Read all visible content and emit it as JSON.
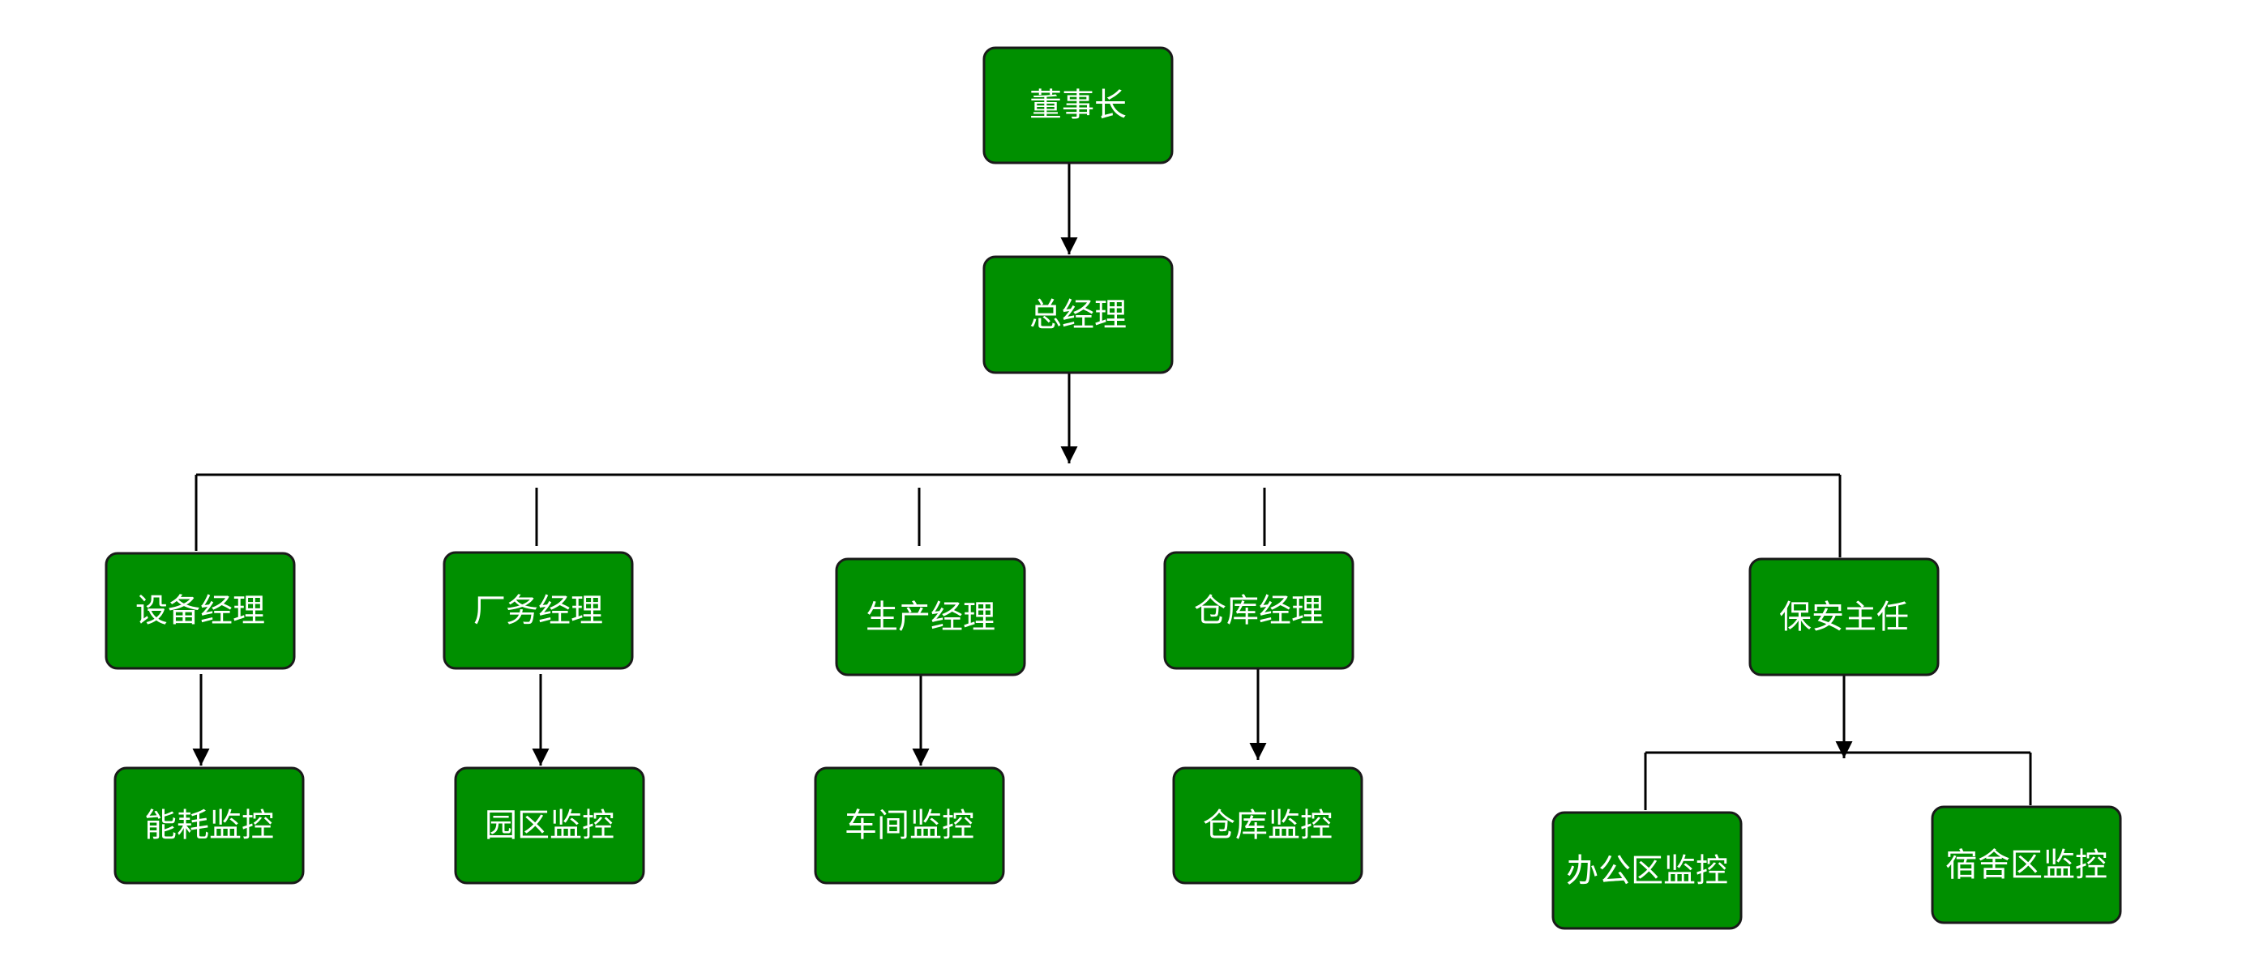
{
  "colors": {
    "node_fill": "#008f00",
    "node_border": "#1a1a1a",
    "node_text": "#ffffff",
    "line": "#000000",
    "background": "#ffffff"
  },
  "nodes": {
    "chairman": "董事长",
    "gm": "总经理",
    "equipment_mgr": "设备经理",
    "factory_mgr": "厂务经理",
    "production_mgr": "生产经理",
    "warehouse_mgr": "仓库经理",
    "security_chief": "保安主任",
    "energy_monitor": "能耗监控",
    "park_monitor": "园区监控",
    "workshop_monitor": "车间监控",
    "warehouse_monitor": "仓库监控",
    "office_monitor": "办公区监控",
    "dorm_monitor": "宿舍区监控"
  }
}
